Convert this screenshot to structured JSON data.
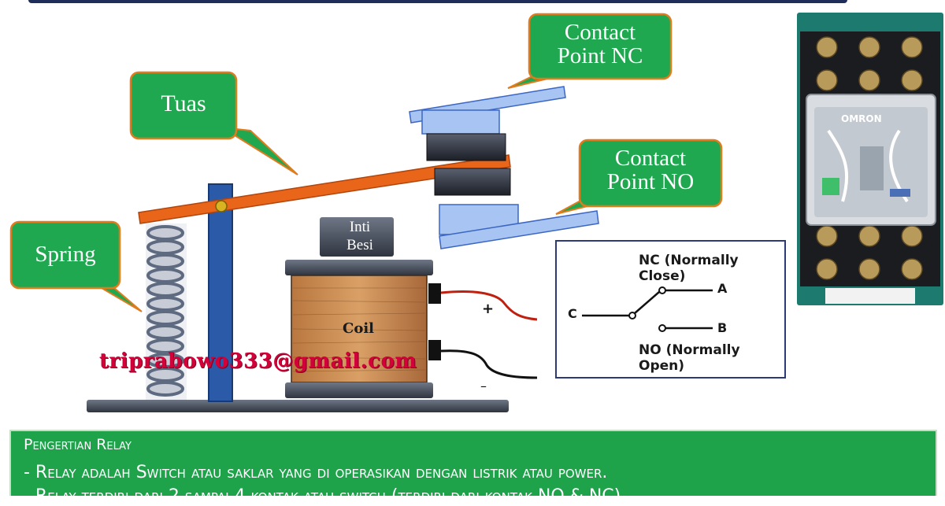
{
  "callouts": {
    "contact_nc": "Contact Point NC",
    "contact_nc_line1": "Contact",
    "contact_nc_line2": "Point NC",
    "tuas": "Tuas",
    "contact_no_line1": "Contact",
    "contact_no_line2": "Point NO",
    "spring": "Spring"
  },
  "relay": {
    "inti_line1": "Inti",
    "inti_line2": "Besi",
    "coil": "Coil",
    "plus": "+",
    "minus": "–"
  },
  "watermark": "triprabowo333@gmail.com",
  "schematic": {
    "nc_label": "NC (Normally Close)",
    "no_label": "NO (Normally Open)",
    "terminal_c": "C",
    "terminal_a": "A",
    "terminal_b": "B"
  },
  "photo": {
    "brand": "OMRON"
  },
  "panel": {
    "heading": "Pengertian Relay",
    "line1": "- Relay adalah Switch atau saklar yang di operasikan dengan listrik atau power.",
    "line2": "- Relay terdiri dari 2 sampai 4 kontak atau switch (terdiri dari kontak NO & NC)"
  },
  "colors": {
    "callout_green": "#1fa84f",
    "callout_border": "#e07b1e",
    "lever_orange": "#e8651a",
    "contact_blue": "#a8c4f2",
    "post_blue": "#2b5aa8",
    "panel_green": "#1ea24a",
    "email_red": "#d4003a"
  }
}
